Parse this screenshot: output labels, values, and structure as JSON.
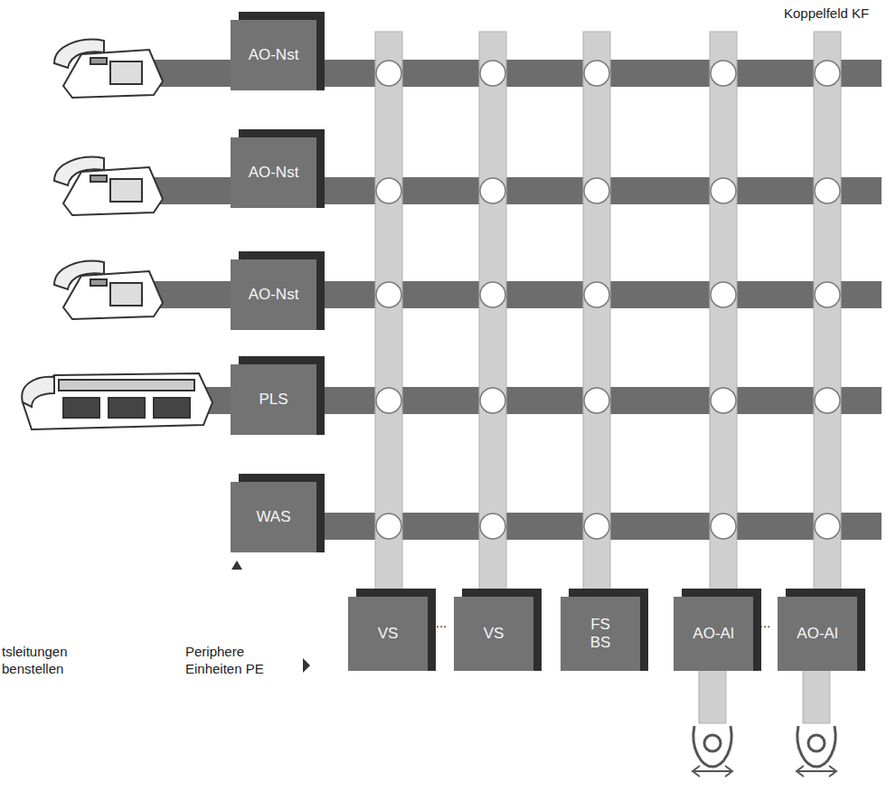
{
  "diagram": {
    "nodes": [
      {
        "text": [
          "AO-Nst"
        ]
      },
      {
        "text": [
          "AO-Nst"
        ]
      },
      {
        "text": [
          "AO-Nst"
        ]
      },
      {
        "text": [
          "PLS"
        ]
      },
      {
        "text": [
          "WAS"
        ]
      },
      {
        "text": [
          "VS"
        ]
      },
      {
        "text": [
          "VS"
        ]
      },
      {
        "text": [
          "FS BS"
        ]
      },
      {
        "text": [
          "AO-Al"
        ]
      },
      {
        "text": [
          "AO-Al"
        ]
      }
    ],
    "labels": [
      "Koppelfeld KF",
      "tsleitungen benstellen",
      "Periphere Einheiten PE",
      "...",
      "..."
    ]
  }
}
